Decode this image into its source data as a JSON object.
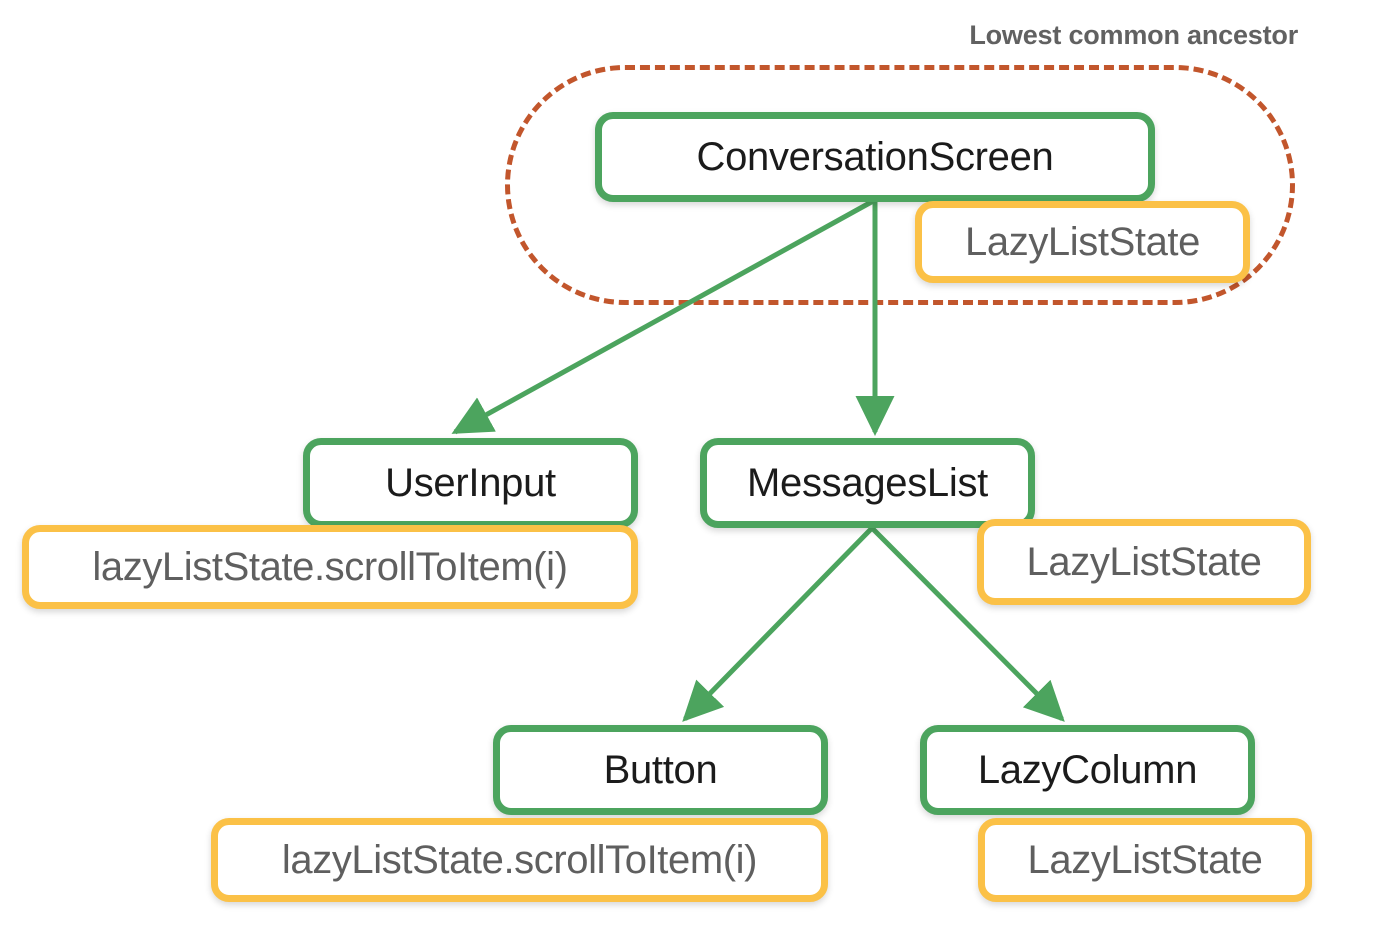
{
  "diagram": {
    "title": "Lowest common ancestor",
    "background_color": "#ffffff",
    "colors": {
      "node_border": "#4CA45E",
      "badge_border": "#FBC147",
      "region_border": "#C2562C",
      "node_text": "#1b1b1b",
      "badge_text": "#5f5f5f",
      "caption_text": "#616161",
      "edge": "#4CA45E"
    },
    "region": {
      "label": "Lowest common ancestor",
      "style": "dashed-rounded-rect",
      "contains": [
        "ConversationScreen",
        "LazyListState"
      ]
    },
    "nodes": [
      {
        "id": "conversationscreen",
        "label": "ConversationScreen",
        "level": 0
      },
      {
        "id": "userinput",
        "label": "UserInput",
        "level": 1
      },
      {
        "id": "messageslist",
        "label": "MessagesList",
        "level": 1
      },
      {
        "id": "button",
        "label": "Button",
        "level": 2
      },
      {
        "id": "lazycolumn",
        "label": "LazyColumn",
        "level": 2
      }
    ],
    "badges": [
      {
        "id": "badge-conversationscreen",
        "attached_to": "conversationscreen",
        "label": "LazyListState"
      },
      {
        "id": "badge-userinput",
        "attached_to": "userinput",
        "label": "lazyListState.scrollToItem(i)"
      },
      {
        "id": "badge-messageslist",
        "attached_to": "messageslist",
        "label": "LazyListState"
      },
      {
        "id": "badge-button",
        "attached_to": "button",
        "label": "lazyListState.scrollToItem(i)"
      },
      {
        "id": "badge-lazycolumn",
        "attached_to": "lazycolumn",
        "label": "LazyListState"
      }
    ],
    "edges": [
      {
        "from": "conversationscreen",
        "to": "userinput"
      },
      {
        "from": "conversationscreen",
        "to": "messageslist"
      },
      {
        "from": "messageslist",
        "to": "button"
      },
      {
        "from": "messageslist",
        "to": "lazycolumn"
      }
    ]
  }
}
